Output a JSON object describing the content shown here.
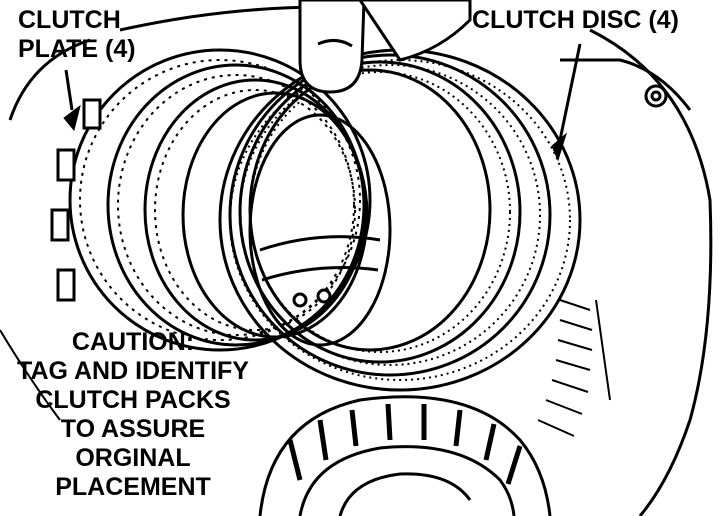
{
  "labels": {
    "clutch_plate": [
      "CLUTCH",
      "PLATE (4)"
    ],
    "clutch_disc": "CLUTCH DISC (4)",
    "caution": [
      "CAUTION:",
      "TAG AND IDENTIFY",
      "CLUTCH PACKS",
      "TO ASSURE",
      "ORGINAL",
      "PLACEMENT"
    ]
  },
  "colors": {
    "ink": "#000000",
    "paper": "#ffffff"
  }
}
